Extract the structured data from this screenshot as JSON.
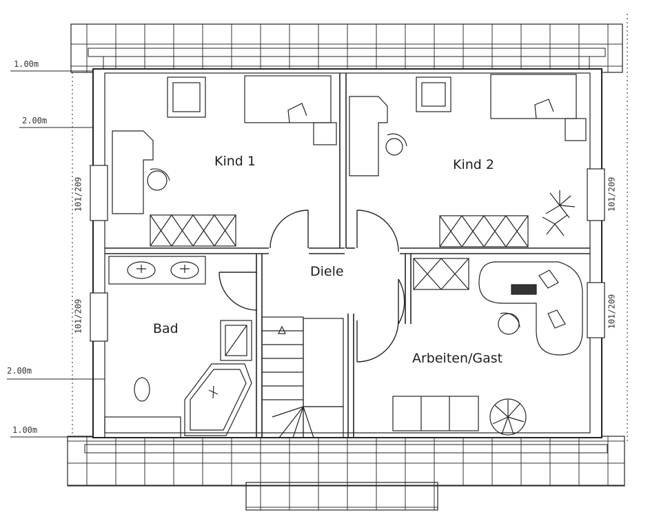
{
  "rooms": {
    "kind1": "Kind 1",
    "kind2": "Kind 2",
    "diele": "Diele",
    "bad": "Bad",
    "arbeiten": "Arbeiten/Gast"
  },
  "dimensions": {
    "top_eave": "1.00m",
    "top_knee": "2.00m",
    "bottom_knee": "2.00m",
    "bottom_eave": "1.00m"
  },
  "windows": {
    "left_upper": "101/209",
    "left_lower": "101/209",
    "right_upper": "101/209",
    "right_lower": "101/209"
  },
  "colors": {
    "line": "#222222",
    "background": "#ffffff"
  }
}
